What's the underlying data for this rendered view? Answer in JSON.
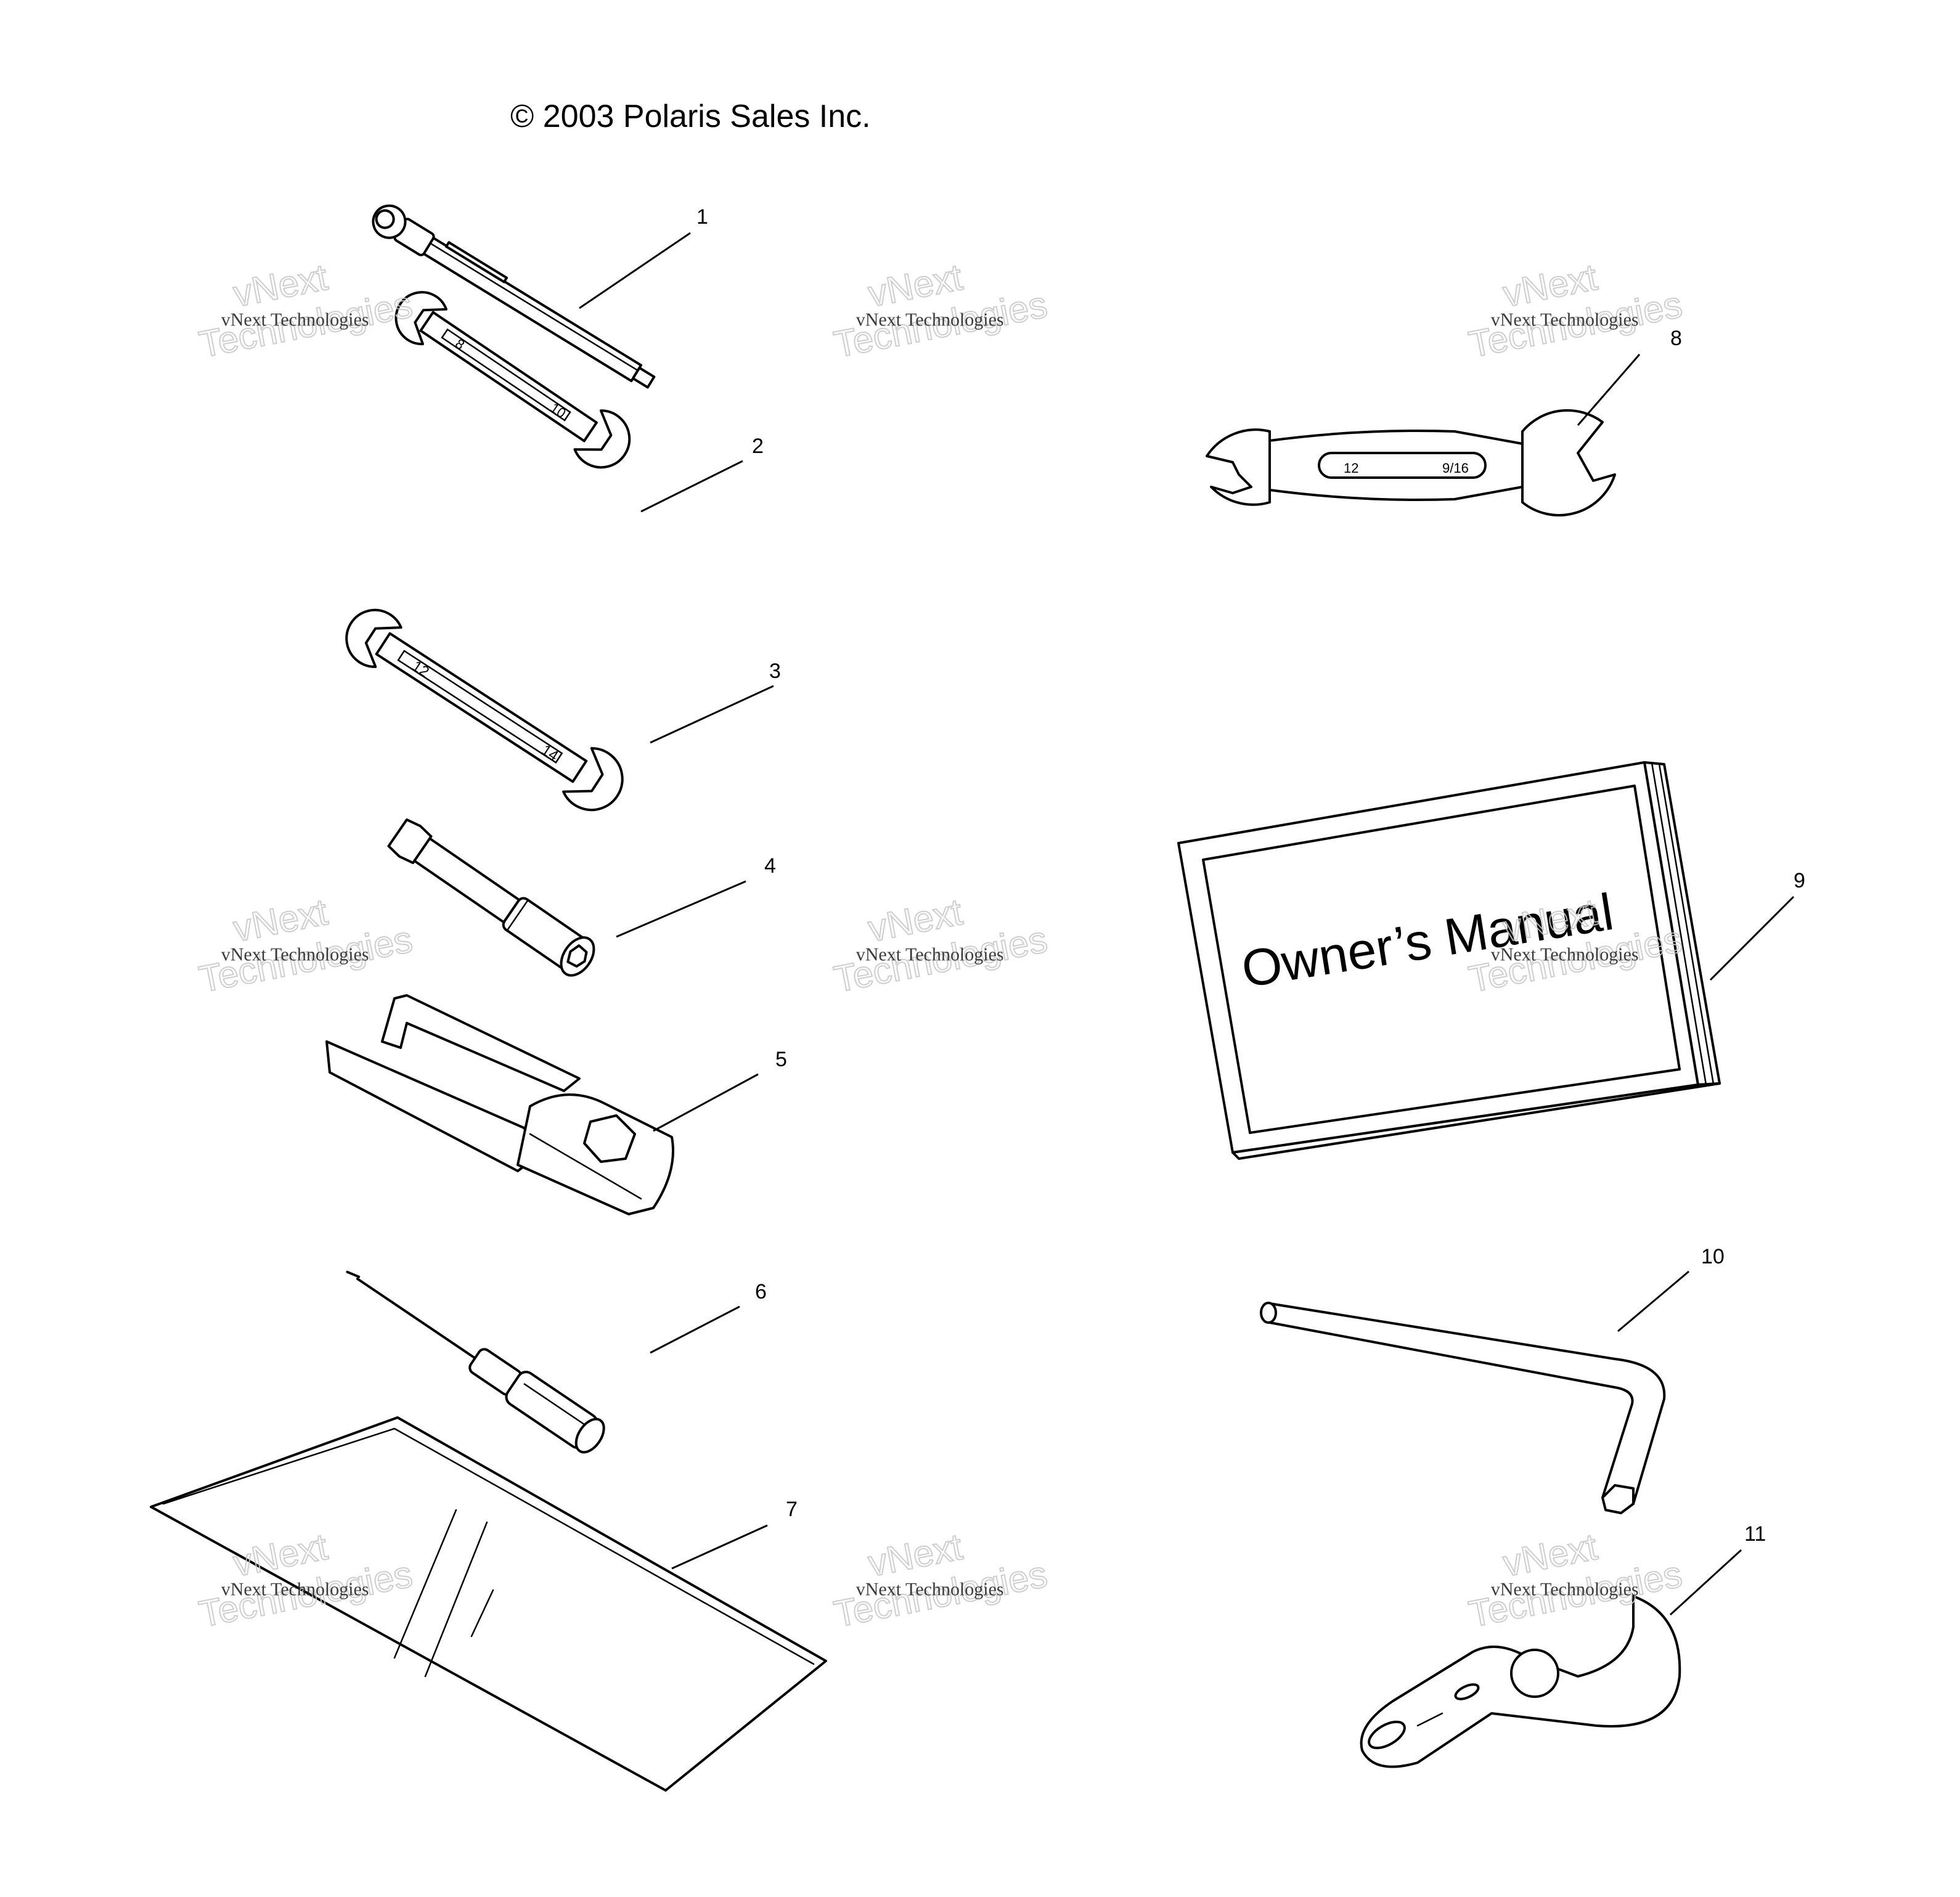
{
  "copyright": "© 2003 Polaris Sales Inc.",
  "manual_cover_text": "Owner’s Manual",
  "wrench8_marks": [
    "12",
    "9/16"
  ],
  "callouts": [
    "1",
    "2",
    "3",
    "4",
    "5",
    "6",
    "7",
    "8",
    "9",
    "10",
    "11"
  ],
  "watermark": {
    "small": "vNext Technologies",
    "big_top": "vNext",
    "big_bottom": "Technologies"
  }
}
